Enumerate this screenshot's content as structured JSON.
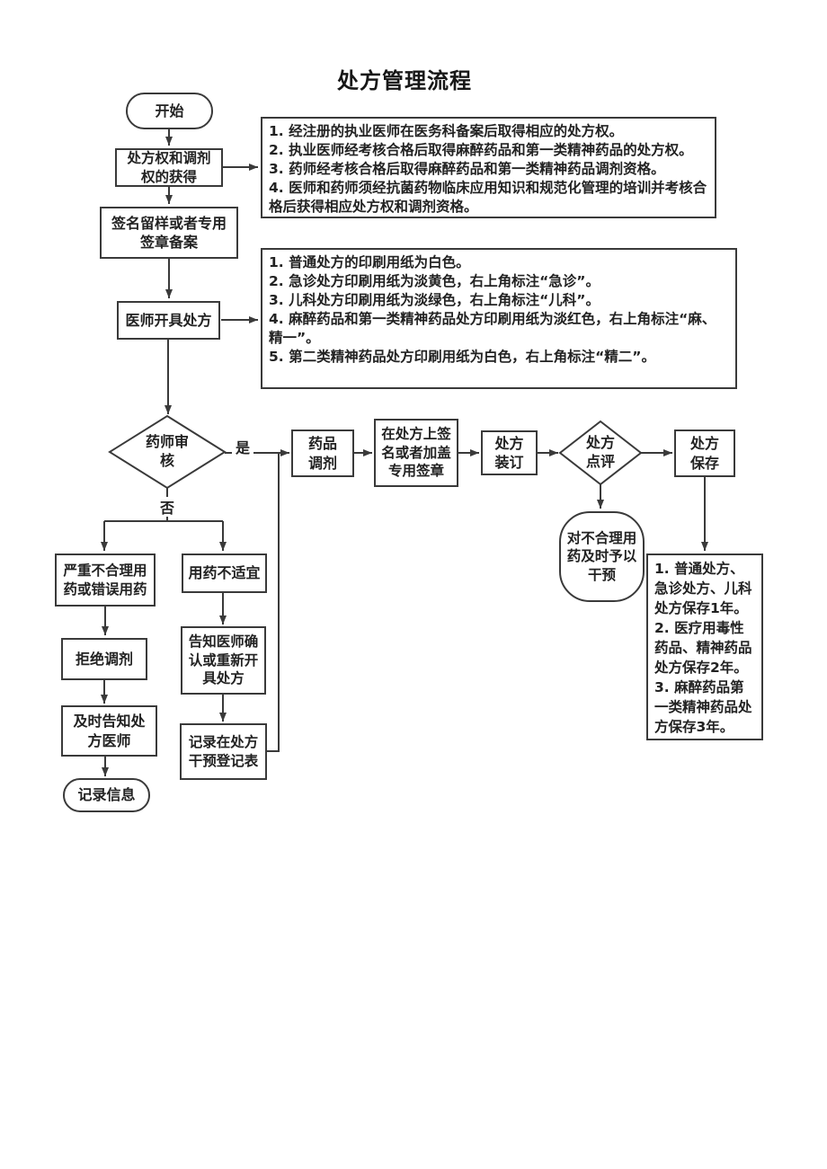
{
  "title": "处方管理流程",
  "labels": {
    "yes": "是",
    "no": "否"
  },
  "nodes": {
    "start": "开始",
    "rights": "处方权和调剂\n权的获得",
    "signature": "签名留样或者专用\n签章备案",
    "prescribe": "医师开具处方",
    "review": "药师审\n核",
    "dispense": "药品\n调剂",
    "sign": "在处方上签\n名或者加盖\n专用签章",
    "binding": "处方\n装订",
    "comment": "处方\n点评",
    "storage": "处方\n保存",
    "severe": "严重不合理用\n药或错误用药",
    "unsuitable": "用药不适宜",
    "refuse": "拒绝调剂",
    "notify_confirm": "告知医师确\n认或重新开\n具处方",
    "notify_doctor": "及时告知处\n方医师",
    "register": "记录在处方\n干预登记表",
    "record": "记录信息",
    "intervene": "对不合理用\n药及时予以\n干预"
  },
  "notes": {
    "qualification": "1. 经注册的执业医师在医务科备案后取得相应的处方权。\n2. 执业医师经考核合格后取得麻醉药品和第一类精神药品的处方权。\n3. 药师经考核合格后取得麻醉药品和第一类精神药品调剂资格。\n4. 医师和药师须经抗菌药物临床应用知识和规范化管理的培训并考核合格后获得相应处方权和调剂资格。",
    "paper": "1. 普通处方的印刷用纸为白色。\n2. 急诊处方印刷用纸为淡黄色，右上角标注“急诊”。\n3. 儿科处方印刷用纸为淡绿色，右上角标注“儿科”。\n4. 麻醉药品和第一类精神药品处方印刷用纸为淡红色，右上角标注“麻、精一”。\n5. 第二类精神药品处方印刷用纸为白色，右上角标注“精二”。",
    "storage_terms": "1. 普通处方、急诊处方、儿科处方保存1年。\n2. 医疗用毒性药品、精神药品处方保存2年。\n3. 麻醉药品第一类精神药品处方保存3年。"
  },
  "colors": {
    "line": "#3a3a3a",
    "text": "#222222",
    "background": "#ffffff"
  }
}
